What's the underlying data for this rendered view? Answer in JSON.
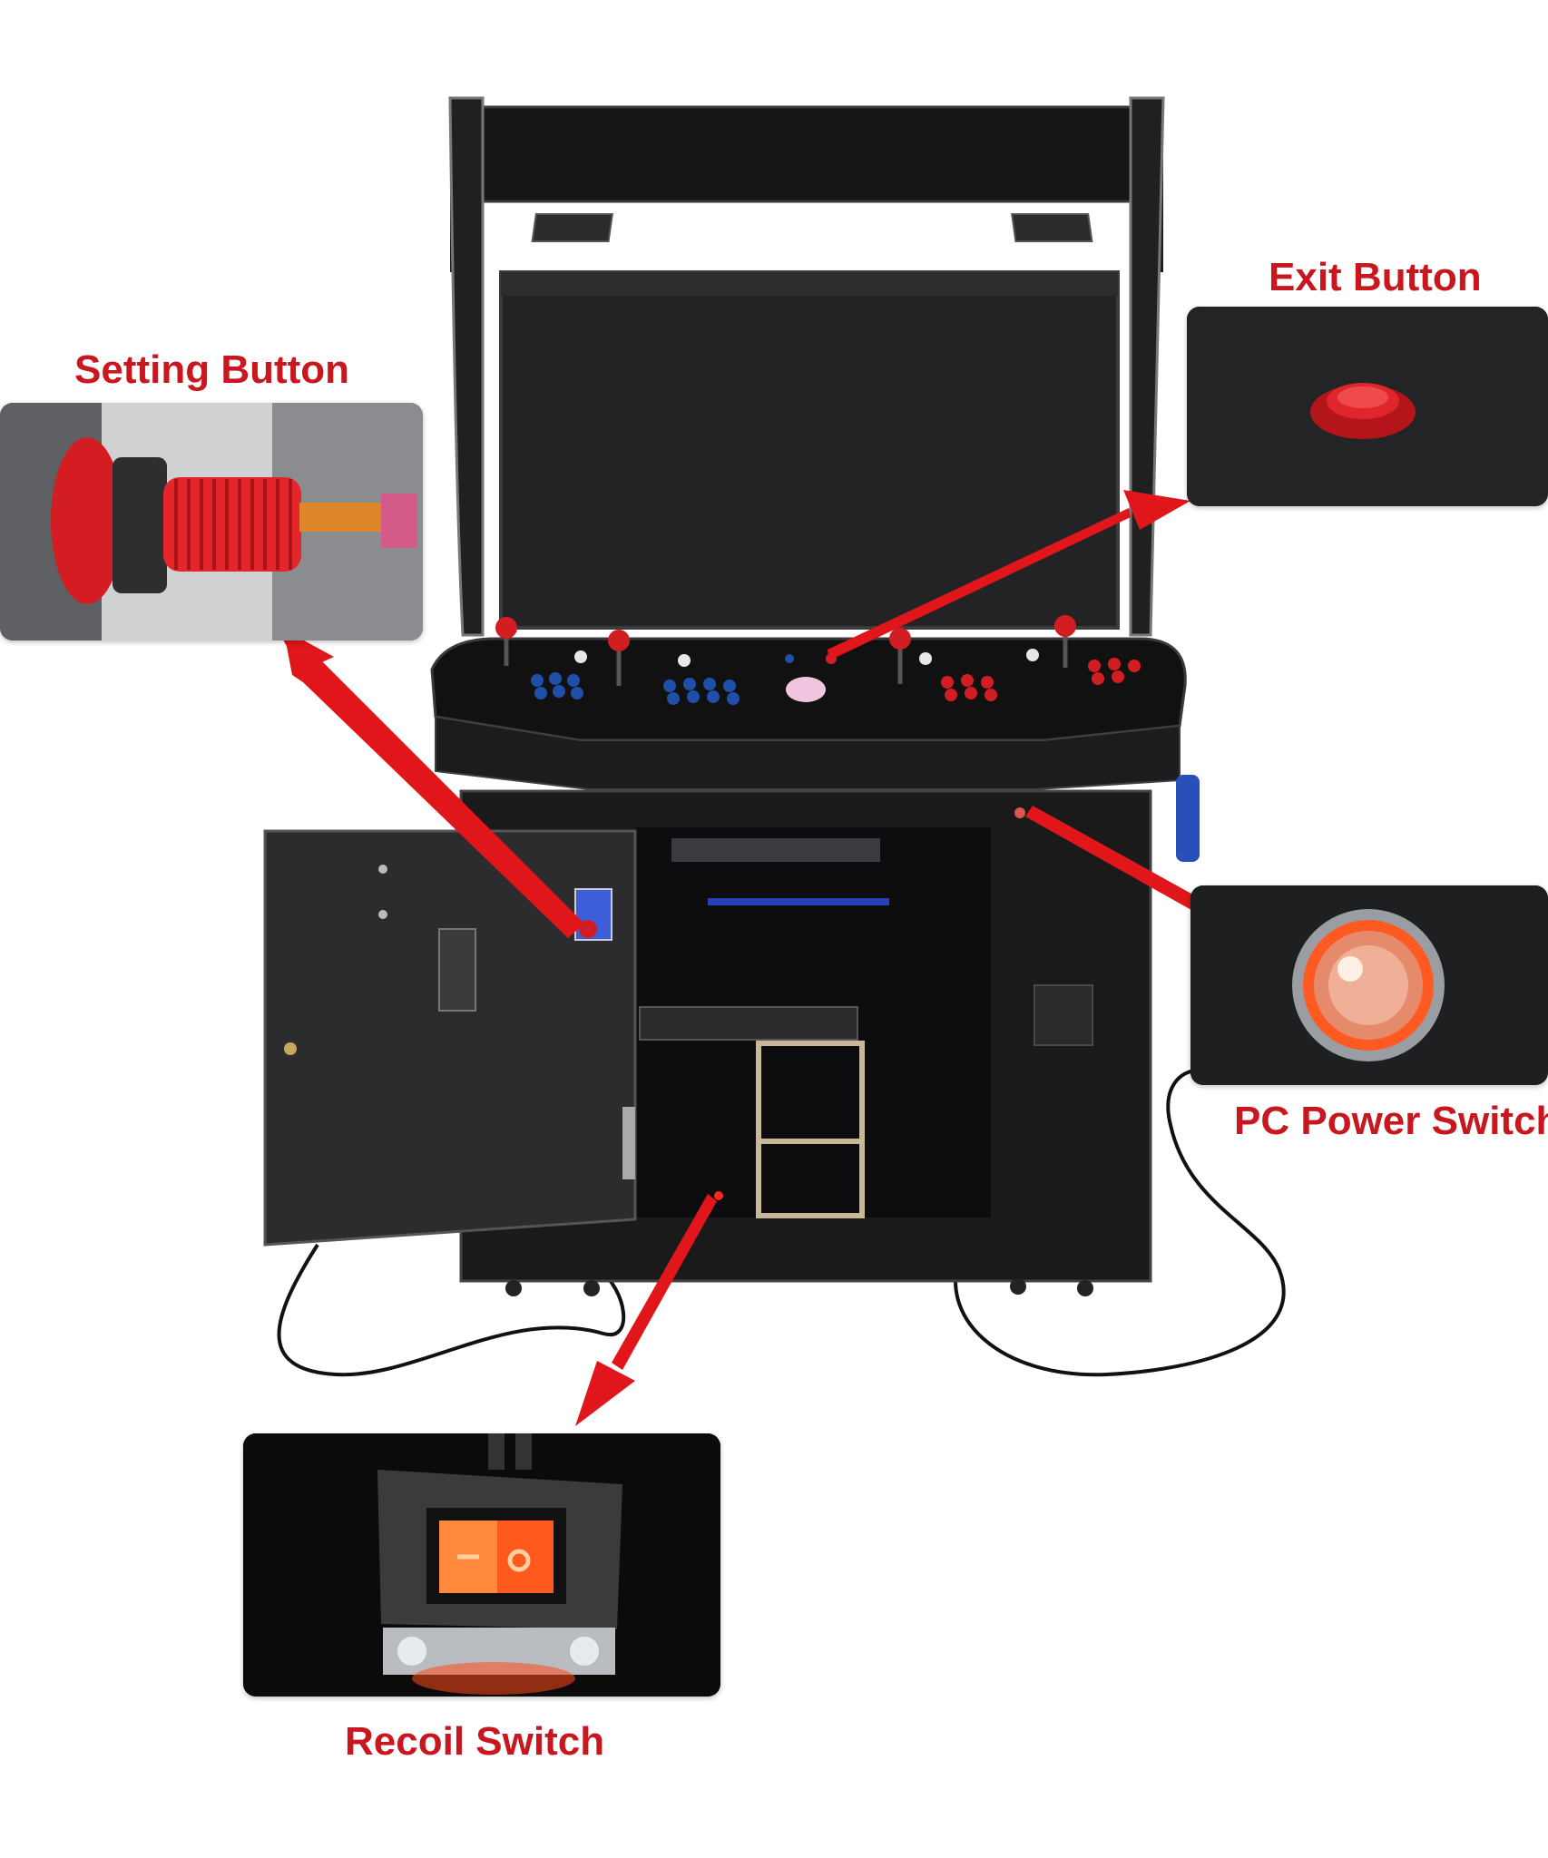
{
  "callouts": {
    "setting_button": "Setting Button",
    "exit_button": "Exit Button",
    "pc_power_switch": "PC Power Switch",
    "recoil_switch": "Recoil Switch"
  },
  "colors": {
    "label": "#c8171e",
    "arrow": "#e0161b",
    "cabinet": "#1a1a1b",
    "button_red": "#e31e24",
    "button_blue": "#1f4fa8"
  },
  "icons": {
    "setting_button": "red-arcade-button-icon",
    "exit_button": "red-push-button-icon",
    "pc_power_switch": "illuminated-metal-push-switch-icon",
    "recoil_switch": "red-rocker-switch-icon"
  }
}
